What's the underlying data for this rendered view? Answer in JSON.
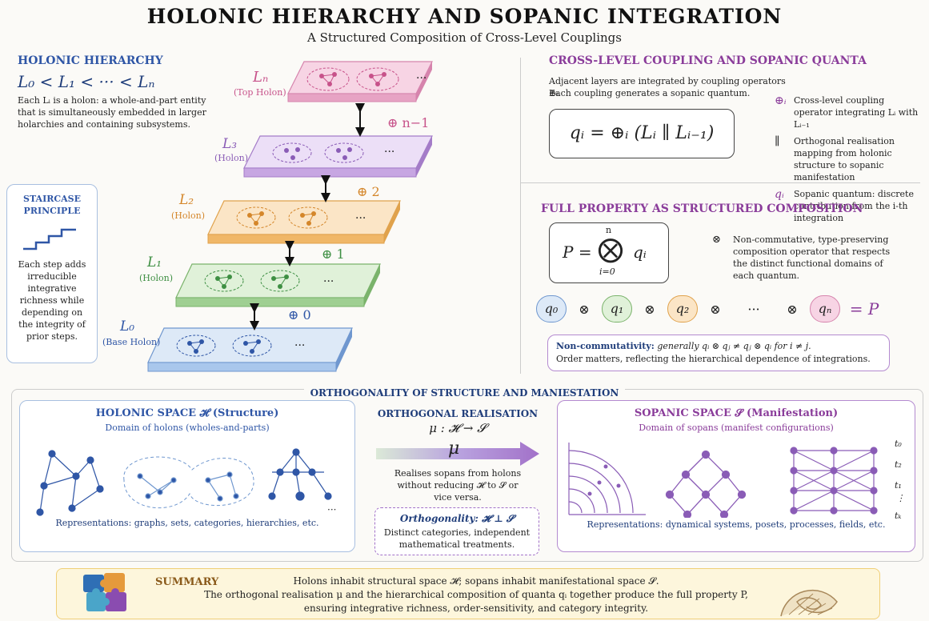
{
  "title": "HOLONIC HIERARCHY AND SOPANIC INTEGRATION",
  "subtitle": "A Structured Composition of Cross-Level Couplings",
  "holonic": {
    "heading": "HOLONIC HIERARCHY",
    "formula": "L₀ < L₁ < ··· < Lₙ",
    "description": "Each Lᵢ is a holon: a whole-and-part entity that is simultaneously embedded in larger holarchies and containing subsystems."
  },
  "staircase": {
    "heading_line1": "STAIRCASE",
    "heading_line2": "PRINCIPLE",
    "text": "Each step adds irreducible integrative richness while depending on the integrity of prior steps."
  },
  "layers": [
    {
      "name": "Lₙ",
      "role": "(Top Holon)",
      "op": "⊕ n−1"
    },
    {
      "name": "L₃",
      "role": "(Holon)"
    },
    {
      "name": "L₂",
      "role": "(Holon)",
      "op": "⊕ 2"
    },
    {
      "name": "L₁",
      "role": "(Holon)",
      "op": "⊕ 1"
    },
    {
      "name": "L₀",
      "role": "(Base Holon)",
      "op": "⊕ 0"
    }
  ],
  "dots": "···",
  "coupling": {
    "heading": "CROSS-LEVEL COUPLING AND SOPANIC QUANTA",
    "text1": "Adjacent layers are integrated by coupling operators ⊕ᵢ.",
    "text2": "Each coupling generates a sopanic quantum.",
    "formula": "qᵢ = ⊕ᵢ (Lᵢ ∥ Lᵢ₋₁)",
    "legend": [
      {
        "symbol": "⊕ᵢ",
        "text": "Cross-level coupling operator integrating Lᵢ with Lᵢ₋₁"
      },
      {
        "symbol": "∥",
        "text": "Orthogonal realisation mapping from holonic structure to sopanic manifestation"
      },
      {
        "symbol": "qᵢ",
        "text": "Sopanic quantum: discrete contribution from the i-th integration"
      }
    ]
  },
  "full_property": {
    "heading": "FULL PROPERTY AS STRUCTURED COMPOSITION",
    "formula_lhs": "P =",
    "formula_op": "⨂",
    "formula_top": "n",
    "formula_bottom": "i=0",
    "formula_q": "qᵢ",
    "otimes_symbol": "⊗",
    "otimes_text": "Non-commutative, type-preserving composition operator that respects the distinct functional domains of each quantum.",
    "sequence": [
      "q₀",
      "q₁",
      "q₂",
      "qₙ"
    ],
    "sequence_result": "= P",
    "noncomm_label": "Non-commutativity:",
    "noncomm_text1": "generally qᵢ ⊗ qⱼ ≠ qⱼ ⊗ qᵢ for i ≠ j.",
    "noncomm_text2": "Order matters, reflecting the hierarchical dependence of integrations."
  },
  "orthogonality": {
    "heading": "ORTHOGONALITY OF STRUCTURE AND MANIESTATION",
    "holonic_space_title": "HOLONIC SPACE 𝓗 (Structure)",
    "holonic_space_sub": "Domain of holons (wholes-and-parts)",
    "holonic_space_rep": "Representations: graphs, sets, categories, hierarchies, etc.",
    "realisation_title": "ORTHOGONAL REALISATION",
    "realisation_formula": "μ : 𝓗 → 𝓢",
    "realisation_mu": "μ",
    "realisation_text": "Realises sopans from holons without reducing 𝓗 to 𝓢 or vice versa.",
    "orth_label": "Orthogonality: 𝓗 ⊥ 𝓢",
    "orth_text": "Distinct categories, independent mathematical treatments.",
    "sopanic_space_title": "SOPANIC SPACE 𝓢 (Manifestation)",
    "sopanic_space_sub": "Domain of sopans (manifest configurations)",
    "sopanic_space_rep": "Representations: dynamical systems, posets, processes, fields, etc.",
    "time_labels": [
      "t₀",
      "t₂",
      "t₁",
      "⋮",
      "tₖ"
    ]
  },
  "summary": {
    "label": "SUMMARY",
    "line1": "Holons inhabit structural space 𝓗; sopans inhabit manifestational space 𝓢.",
    "line2": "The orthogonal realisation μ and the hierarchical composition of quanta qᵢ together produce the full property P,",
    "line3": "ensuring integrative richness, order-sensitivity, and category integrity."
  },
  "colors": {
    "blue": "#2f56a6",
    "purple": "#8a3c9a",
    "pink": "#e7a3c4",
    "lavender": "#c7a6e2",
    "orange": "#f0b768",
    "green": "#9fcf92",
    "lightblue": "#a9c7ec"
  }
}
